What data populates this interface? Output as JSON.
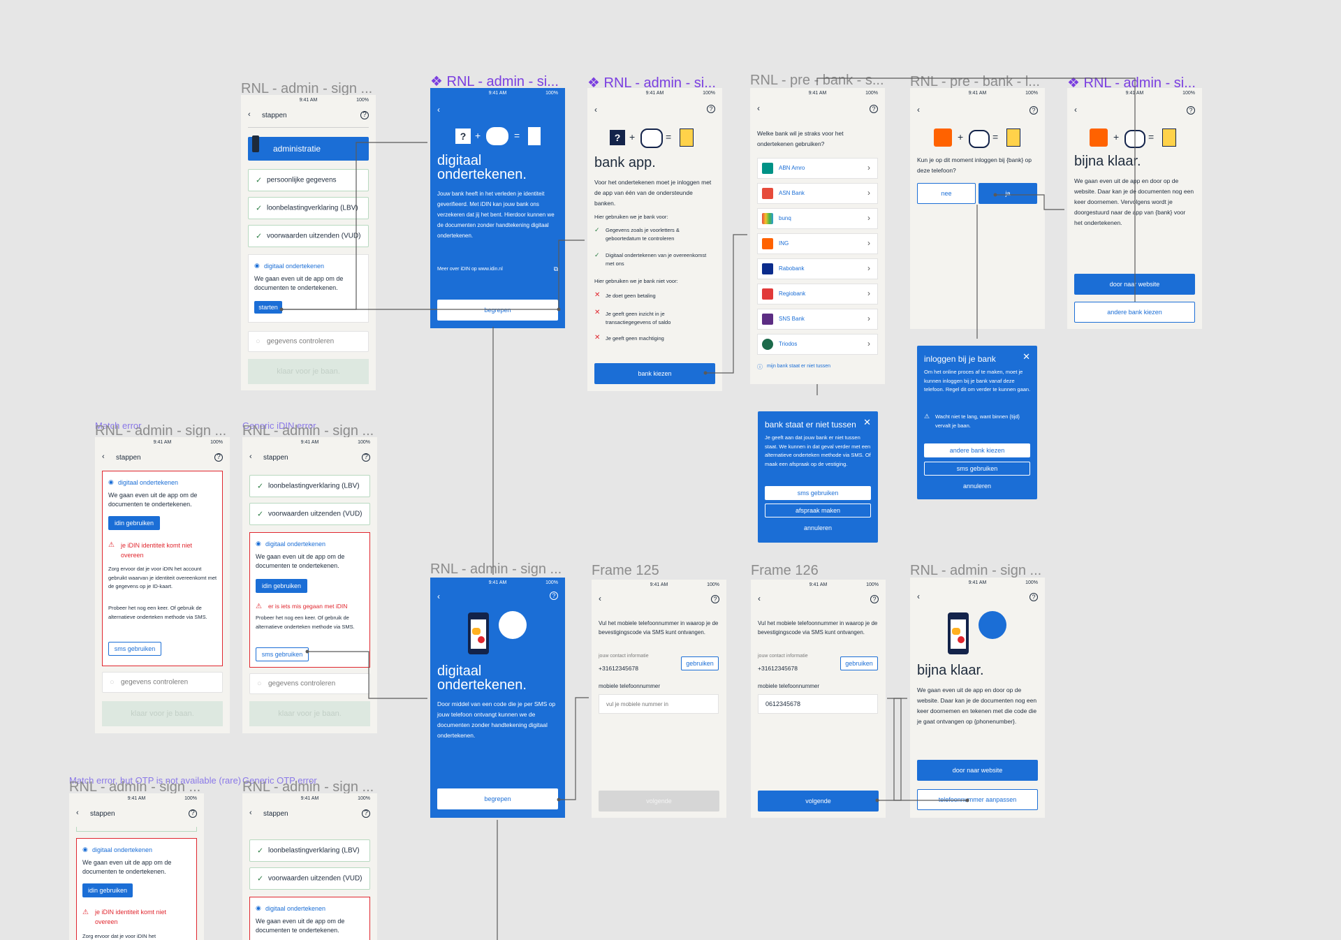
{
  "labels": {
    "f1": "RNL - admin - sign ...",
    "f2": "RNL - admin - si...",
    "f3": "RNL - admin - si...",
    "f4": "RNL - pre - bank - s...",
    "f5": "RNL - pre - bank - l...",
    "f6": "RNL - admin - si...",
    "f7": "RNL - admin - sign ...",
    "f8": "RNL - admin - sign ...",
    "f9": "RNL - admin - sign ...",
    "f10": "Frame 125",
    "f11": "Frame 126",
    "f12": "RNL - admin - sign ...",
    "f13": "RNL - admin - sign ...",
    "f14": "RNL - admin - sign ..."
  },
  "notes": {
    "match": "Match error",
    "generic_idin": "Generic iDIN error",
    "match_otp": "Match error, but OTP is not available (rare)",
    "generic_otp": "Generic OTP error"
  },
  "status": {
    "time": "9:41 AM",
    "battery": "100%"
  },
  "steps": {
    "header": "stappen",
    "admin": "administratie",
    "personal": "persoonlijke gegevens",
    "lbv": "loonbelastingverklaring (LBV)",
    "vud": "voorwaarden uitzenden (VUD)",
    "sign": "digitaal ondertekenen",
    "sign_desc": "We gaan even uit de app om de documenten te ondertekenen.",
    "start": "starten",
    "check": "gegevens controleren",
    "ready": "klaar voor je baan.",
    "idin_btn": "idin gebruiken",
    "sms_btn": "sms gebruiken"
  },
  "errors": {
    "match_title": "je iDIN identiteit komt niet overeen",
    "match_body": "Zorg ervoor dat je voor iDIN het account gebruikt waarvan je identiteit overeenkomt met de gegevens op je ID-kaart.",
    "retry": "Probeer het nog een keer. Of gebruik de alternatieve onderteken methode via SMS.",
    "generic": "er is iets mis gegaan met iDIN",
    "match_otp_body": "Zorg ervoor dat je voor iDIN het"
  },
  "idin_intro": {
    "title": "digitaal ondertekenen.",
    "body": "Jouw bank heeft in het verleden je identiteit geverifieerd. Met iDIN kan jouw bank ons verzekeren dat jij het bent. Hierdoor kunnen we de documenten zonder handtekening digitaal ondertekenen.",
    "link": "Meer over iDIN op www.idin.nl",
    "btn": "begrepen"
  },
  "bank_app": {
    "title": "bank app.",
    "body": "Voor het ondertekenen moet je inloggen met de app van één van de ondersteunde banken.",
    "use_head": "Hier gebruiken we je bank voor:",
    "use1": "Gegevens zoals je voorletters & geboortedatum te controleren",
    "use2": "Digitaal ondertekenen van je overeenkomst met ons",
    "not_head": "Hier gebruiken we je bank niet voor:",
    "not1": "Je doet geen betaling",
    "not2": "Je geeft geen inzicht in je transactiegegevens of saldo",
    "not3": "Je geeft geen machtiging",
    "btn": "bank kiezen"
  },
  "bank_select": {
    "question": "Welke bank wil je straks voor het ondertekenen gebruiken?",
    "banks": [
      "ABN Amro",
      "ASN Bank",
      "bunq",
      "ING",
      "Rabobank",
      "Regiobank",
      "SNS Bank",
      "Triodos"
    ],
    "missing": "mijn bank staat er niet tussen"
  },
  "bank_login": {
    "question": "Kun je op dit moment inloggen bij {bank} op deze telefoon?",
    "no": "nee",
    "yes": "ja"
  },
  "almost": {
    "title": "bijna klaar.",
    "body": "We gaan even uit de app en door op de website. Daar kan je de documenten nog een keer doornemen. Vervolgens wordt je doorgestuurd naar de app van {bank} voor het ondertekenen.",
    "btn": "door naar website",
    "alt": "andere bank kiezen"
  },
  "dlg_login": {
    "title": "inloggen bij je bank",
    "body": "Om het online proces af te maken, moet je kunnen inloggen bij je bank vanaf deze telefoon. Regel dit om verder te kunnen gaan.",
    "warn": "Wacht niet te lang, want binnen {tijd} vervalt je baan.",
    "b1": "andere bank kiezen",
    "b2": "sms gebruiken",
    "b3": "annuleren"
  },
  "dlg_missing": {
    "title": "bank staat er niet tussen",
    "body": "Je geeft aan dat jouw bank er niet tussen staat. We kunnen in dat geval verder met een alternatieve onderteken methode via SMS. Of maak een afspraak op de vestiging.",
    "b1": "sms gebruiken",
    "b2": "afspraak maken",
    "b3": "annuleren"
  },
  "sms_intro": {
    "title": "digitaal ondertekenen.",
    "body": "Door middel van een code die je per SMS op jouw telefoon ontvangt kunnen we de documenten zonder handtekening digitaal ondertekenen.",
    "btn": "begrepen"
  },
  "phone": {
    "intro": "Vul het mobiele telefoonnummer in waarop je de bevestigingscode via SMS kunt ontvangen.",
    "contact_label": "jouw contact informatie",
    "contact": "+31612345678",
    "use": "gebruiken",
    "field_label": "mobiele telefoonnummer",
    "placeholder": "vul je mobiele nummer in",
    "value": "0612345678",
    "next": "volgende"
  },
  "almost2": {
    "title": "bijna klaar.",
    "body": "We gaan even uit de app en door op de website. Daar kan je de documenten nog een keer doornemen en tekenen met die code die je gaat ontvangen op {phonenumber}.",
    "btn": "door naar website",
    "alt": "telefoonnummer aanpassen"
  },
  "colors": {
    "blue": "#1b6ed6",
    "red": "#e0262e",
    "green": "#2b7d43",
    "purple": "#7b3fe0"
  }
}
